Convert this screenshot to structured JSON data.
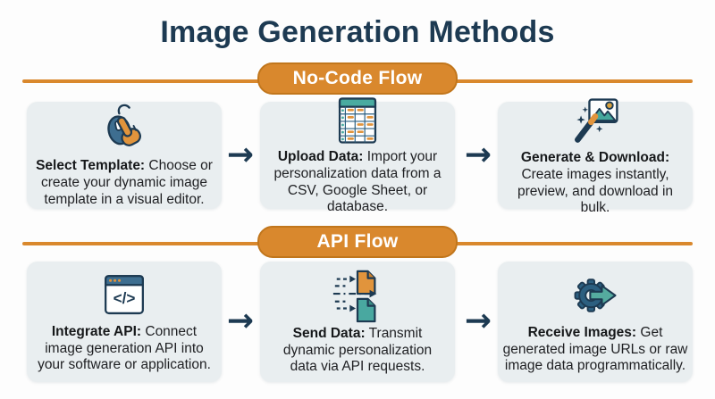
{
  "title": "Image Generation Methods",
  "arrow": "→",
  "colors": {
    "accent_orange": "#d9882d",
    "navy": "#1d3a52",
    "teal": "#49aba0",
    "icon_orange": "#e1943c",
    "steel_blue": "#3e6e90",
    "card_bg": "#e9eef0"
  },
  "sections": [
    {
      "label": "No-Code Flow",
      "cards": [
        {
          "icon": "mouse-click-icon",
          "title": "Select Template:",
          "body": " Choose or\ncreate your dynamic image\ntemplate in a visual editor."
        },
        {
          "icon": "spreadsheet-icon",
          "title": "Upload Data:",
          "body": " Import your\npersonalization data from a\nCSV, Google Sheet, or database."
        },
        {
          "icon": "magic-wand-image-icon",
          "title": "Generate & Download:",
          "body": "\nCreate images instantly,\npreview, and download in bulk."
        }
      ]
    },
    {
      "label": "API Flow",
      "cards": [
        {
          "icon": "code-window-icon",
          "title": "Integrate API:",
          "body": " Connect\nimage generation API into\nyour software or application."
        },
        {
          "icon": "send-files-icon",
          "title": "Send Data:",
          "body": " Transmit\ndynamic personalization\ndata via API requests."
        },
        {
          "icon": "gear-output-arrow-icon",
          "title": "Receive Images:",
          "body": " Get\ngenerated image URLs or raw\nimage data programmatically."
        }
      ]
    }
  ]
}
